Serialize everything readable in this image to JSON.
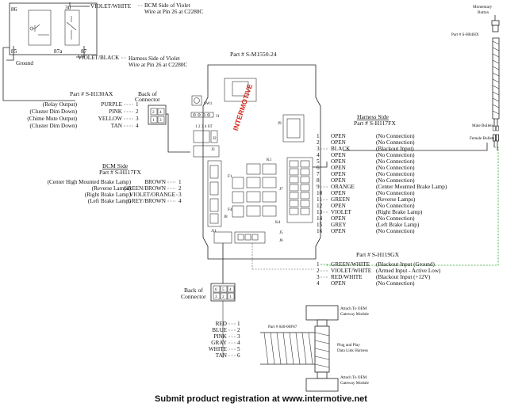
{
  "relay": {
    "pin86": "86",
    "pin30": "30",
    "pin85": "85",
    "pin87a": "87a",
    "pin87": "87",
    "ground": "Ground",
    "wire_top": "VIOLET/WHITE",
    "wire_top_note1": "BCM Side of Violet",
    "wire_top_note2": "Wire at Pin 26 at C2280C",
    "wire_bottom": "VIOLET/BLACK",
    "wire_bottom_note1": "Harness Side of Violet",
    "wire_bottom_note2": "Wire at Pin 26 at C2280C"
  },
  "module": {
    "part": "Part # S-M1550-24",
    "brand": "INTERMOTIVE",
    "labels": {
      "sw1": "SW1",
      "j1": "J1",
      "j2": "J2",
      "j3": "J3",
      "j5": "J5",
      "j6": "J6",
      "j7": "J7",
      "j8": "J8",
      "j9": "J9",
      "j11": "J11",
      "k1": "K1",
      "k4": "K4",
      "f1": "F1",
      "f4": "F4",
      "hdr": "1  2  3  4  ST"
    }
  },
  "s_h130ax": {
    "part": "Part # S-H130AX",
    "back_label1": "Back of",
    "back_label2": "Connector",
    "back_pins": [
      "2",
      "4",
      "1",
      "3"
    ],
    "rows": [
      {
        "desc": "(Relay Output)",
        "color": "PURPLE",
        "num": "1"
      },
      {
        "desc": "(Cluster Dim Down)",
        "color": "PINK",
        "num": "2"
      },
      {
        "desc": "(Chime Mute Output)",
        "color": "YELLOW",
        "num": "3"
      },
      {
        "desc": "(Cluster Dim Down)",
        "color": "TAN",
        "num": "4"
      }
    ]
  },
  "bcm": {
    "title": "BCM Side",
    "part": "Part # S-H117FX",
    "rows": [
      {
        "desc": "(Center High Mounted Brake Lamp)",
        "color": "BROWN",
        "num": "1"
      },
      {
        "desc": "(Reverse Lamps)",
        "color": "GREEN/BROWN",
        "num": "2"
      },
      {
        "desc": "(Right Brake Lamp)",
        "color": "VIOLET/ORANGE",
        "num": "3"
      },
      {
        "desc": "(Left Brake Lamp)",
        "color": "GREY/BROWN",
        "num": "4"
      }
    ]
  },
  "harness": {
    "title": "Harness Side",
    "part": "Part # S-H117FX",
    "rows": [
      {
        "num": "1",
        "color": "OPEN",
        "desc": "(No Connection)"
      },
      {
        "num": "2",
        "color": "OPEN",
        "desc": "(No Connection)"
      },
      {
        "num": "3",
        "color": "BLACK",
        "desc": "(Blackout Input)"
      },
      {
        "num": "4",
        "color": "OPEN",
        "desc": "(No Connection)"
      },
      {
        "num": "5",
        "color": "OPEN",
        "desc": "(No Connection)"
      },
      {
        "num": "6",
        "color": "OPEN",
        "desc": "(No Connection)"
      },
      {
        "num": "7",
        "color": "OPEN",
        "desc": "(No Connection)"
      },
      {
        "num": "8",
        "color": "OPEN",
        "desc": "(No Connection)"
      },
      {
        "num": "9",
        "color": "ORANGE",
        "desc": "(Center Mounted Brake Lamp)"
      },
      {
        "num": "10",
        "color": "OPEN",
        "desc": "(No Connection)"
      },
      {
        "num": "11",
        "color": "GREEN",
        "desc": "(Reverse Lamps)"
      },
      {
        "num": "12",
        "color": "OPEN",
        "desc": "(No Connection)"
      },
      {
        "num": "13",
        "color": "VIOLET",
        "desc": "(Right Brake Lamp)"
      },
      {
        "num": "14",
        "color": "OPEN",
        "desc": "(No Connection)"
      },
      {
        "num": "15",
        "color": "GREY",
        "desc": "(Left Brake Lamp)"
      },
      {
        "num": "16",
        "color": "OPEN",
        "desc": "(No Connection)"
      }
    ]
  },
  "button": {
    "title1": "Momentary",
    "title2": "Button",
    "part": "Part # S-H84HX",
    "male": "Male Bullets",
    "female": "Female Bullets"
  },
  "s_h119gx": {
    "part": "Part # S-H119GX",
    "rows": [
      {
        "num": "1",
        "color": "GREEN/WHITE",
        "desc": "(Blackout Input (Ground)"
      },
      {
        "num": "2",
        "color": "VIOLET/WHITE",
        "desc": "(Armed Input - Active Low)"
      },
      {
        "num": "3",
        "color": "RED/WHITE",
        "desc": "(Blackout Input (+12V)"
      },
      {
        "num": "4",
        "color": "OPEN",
        "desc": "(No Connection)"
      }
    ]
  },
  "six_pin": {
    "back_label1": "Back of",
    "back_label2": "Connector",
    "pins": [
      "6",
      "5",
      "4",
      "3",
      "2",
      "1"
    ],
    "rows": [
      {
        "color": "RED",
        "num": "1"
      },
      {
        "color": "BLUE",
        "num": "2"
      },
      {
        "color": "PINK",
        "num": "3"
      },
      {
        "color": "GRAY",
        "num": "4"
      },
      {
        "color": "WHITE",
        "num": "5"
      },
      {
        "color": "TAN",
        "num": "6"
      }
    ]
  },
  "datalink": {
    "part": "Part # 840-00F87",
    "top1": "Attach To OEM",
    "top2": "Gateway Module",
    "mid1": "Plug and Play",
    "mid2": "Data Link Harness",
    "bot1": "Attach To OEM",
    "bot2": "Gateway Module"
  },
  "footer": "Submit product registration at www.intermotive.net",
  "colors": {
    "accent": "#d42a1e",
    "wire_green": "#2fa82f"
  }
}
